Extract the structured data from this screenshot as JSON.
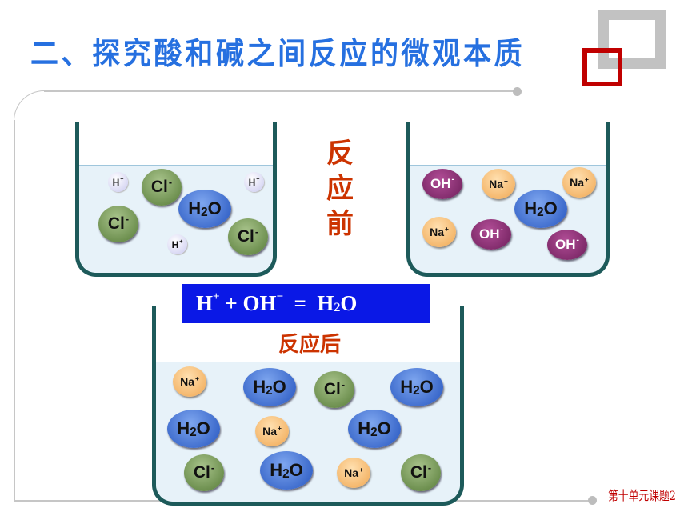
{
  "slide": {
    "title": "二、探究酸和碱之间反应的微观本质",
    "before_label": "反应前",
    "after_label": "反应后",
    "footer": "第十单元课题2",
    "equation": {
      "h": "H",
      "plus_sign": "+",
      "mid": " + OH",
      "minus_sign": "−",
      "eq": "  =  H",
      "two": "2",
      "o": "O"
    }
  },
  "ions": {
    "h": "H",
    "h_charge": "+",
    "cl": "Cl",
    "cl_charge": "-",
    "water_h": "H",
    "water_2": "2",
    "water_o": "O",
    "oh": "OH",
    "oh_charge": "-",
    "na": "Na",
    "na_charge": "+"
  },
  "colors": {
    "title": "#2670e0",
    "accent_red": "#cc3300",
    "equation_bg": "#0a18e6",
    "beaker_outline": "#1d5a5a",
    "liquid": "#e7f2f9"
  }
}
